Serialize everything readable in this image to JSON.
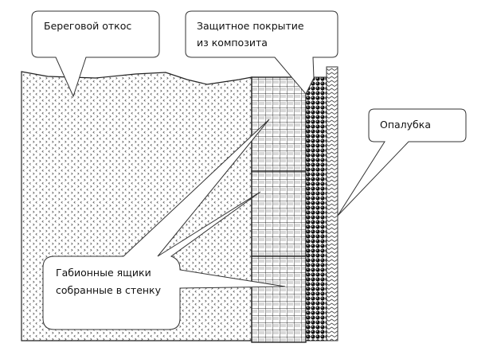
{
  "diagram": {
    "title": "Береговой откос с габионной стенкой",
    "colors": {
      "outline": "#222222",
      "background": "#ffffff",
      "soil_mark": "#555555",
      "gabion_fill": "#d9d9d9",
      "gabion_grid": "#222222",
      "composite_fill": "#111111",
      "formwork_mark": "#444444"
    },
    "layers": [
      {
        "id": "soil",
        "name": "Береговой откос",
        "pattern": "chevron-dots"
      },
      {
        "id": "gabion",
        "name": "Габионные ящики",
        "pattern": "grid",
        "boxes": 3
      },
      {
        "id": "composite",
        "name": "Защитное покрытие из композита",
        "pattern": "black-circles"
      },
      {
        "id": "formwork",
        "name": "Опалубка",
        "pattern": "zigzag"
      }
    ],
    "callouts": {
      "slope": {
        "lines": [
          "Береговой откос"
        ]
      },
      "coating": {
        "lines": [
          "Защитное покрытие",
          "из композита"
        ]
      },
      "formwork": {
        "lines": [
          "Опалубка"
        ]
      },
      "gabions": {
        "lines": [
          "Габионные ящики",
          "собранные в стенку"
        ]
      }
    }
  }
}
